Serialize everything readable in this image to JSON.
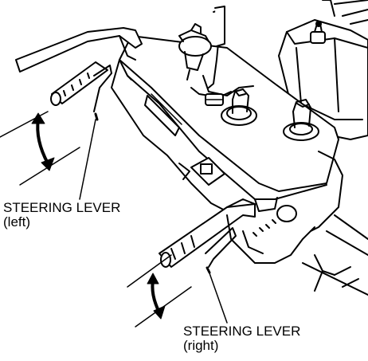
{
  "labels": {
    "left": {
      "title": "STEERING LEVER",
      "side": "(left)"
    },
    "right": {
      "title": "STEERING LEVER",
      "side": "(right)"
    }
  },
  "colors": {
    "ink": "#000000",
    "paper": "#ffffff"
  }
}
